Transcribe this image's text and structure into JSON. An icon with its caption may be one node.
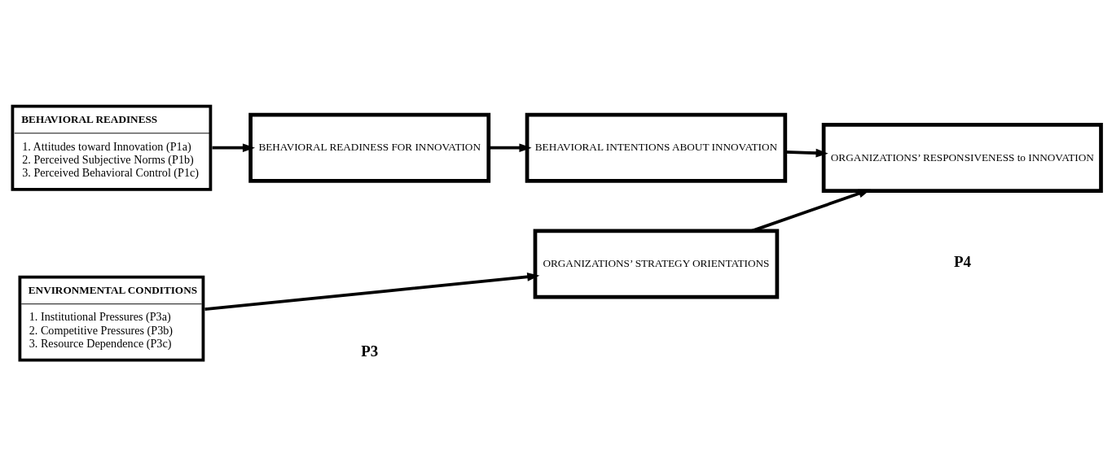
{
  "diagram": {
    "nodes": [
      {
        "text": [
          "BEHAVIORAL READINESS",
          "1. Attitudes toward Innovation (P1a)",
          "2. Perceived Subjective Norms (P1b)",
          "3. Perceived Behavioral Control (P1c)"
        ]
      },
      {
        "text": [
          "BEHAVIORAL READINESS FOR INNOVATION"
        ]
      },
      {
        "text": [
          "BEHAVIORAL INTENTIONS ABOUT INNOVATION"
        ]
      },
      {
        "text": [
          "ORGANIZATIONS’ RESPONSIVENESS to INNOVATION"
        ]
      },
      {
        "text": [
          "ENVIRONMENTAL CONDITIONS",
          "1. Institutional Pressures (P3a)",
          "2. Competitive Pressures (P3b)",
          "3. Resource Dependence (P3c)"
        ]
      },
      {
        "text": [
          "ORGANIZATIONS’ STRATEGY ORIENTATIONS"
        ]
      }
    ],
    "edges": [
      {
        "from": 0,
        "to": 1,
        "arrow": "to"
      },
      {
        "from": 1,
        "to": 2,
        "arrow": "to"
      },
      {
        "from": 2,
        "to": 3,
        "arrow": "to"
      },
      {
        "from": 4,
        "to": 5,
        "arrow": "to"
      },
      {
        "from": 5,
        "to": 3,
        "arrow": "to"
      }
    ],
    "labels": [
      "P3",
      "P4"
    ]
  }
}
